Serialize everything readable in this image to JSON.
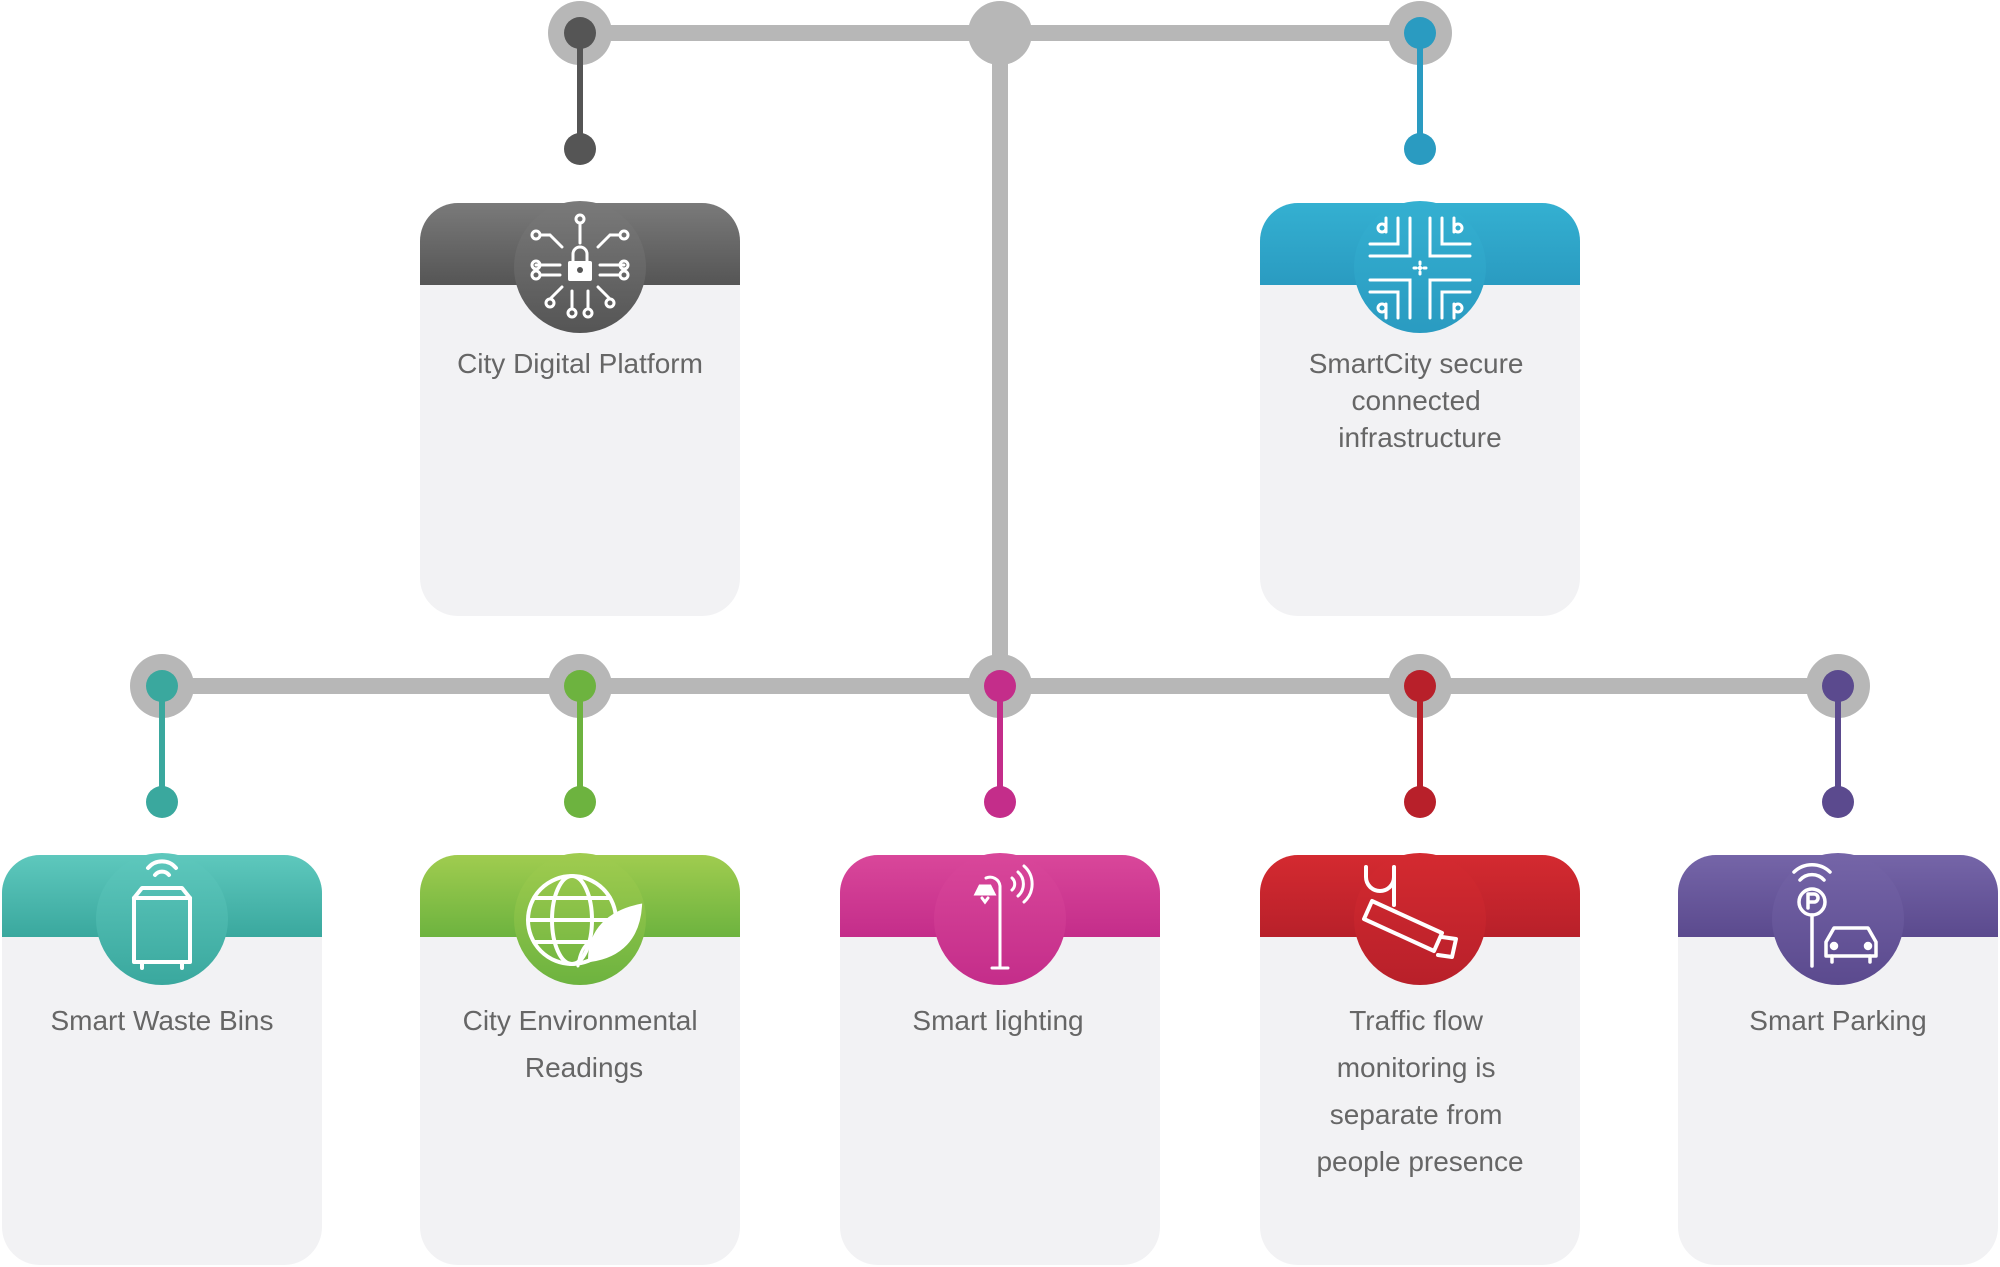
{
  "colors": {
    "connector": "#b7b7b7",
    "card_body": "#f2f2f4",
    "text": "#666666"
  },
  "cards": [
    {
      "id": "city-digital-platform",
      "title_lines": [
        "City Digital Platform"
      ],
      "color": "#555555",
      "color_light": "#7a7a7a",
      "icon": "circuit-lock-icon"
    },
    {
      "id": "smartcity-infrastructure",
      "title_lines": [
        "SmartCity secure",
        "connected",
        "infrastructure"
      ],
      "color": "#2a9bc1",
      "color_light": "#34b0d1",
      "icon": "circuit-board-icon"
    },
    {
      "id": "smart-waste-bins",
      "title_lines": [
        "Smart Waste Bins"
      ],
      "color": "#3aa89e",
      "color_light": "#5ec8bd",
      "icon": "waste-bin-icon"
    },
    {
      "id": "city-environmental-readings",
      "title_lines": [
        "City Environmental",
        "Readings"
      ],
      "color": "#6db33f",
      "color_light": "#a0cc4f",
      "icon": "globe-leaf-icon"
    },
    {
      "id": "smart-lighting",
      "title_lines": [
        "Smart lighting"
      ],
      "color": "#c42d8a",
      "color_light": "#d9479a",
      "icon": "street-lamp-icon"
    },
    {
      "id": "traffic-flow",
      "title_lines": [
        "Traffic flow",
        "monitoring is",
        "separate from",
        "people presence"
      ],
      "color": "#b8202a",
      "color_light": "#d42a30",
      "icon": "camera-icon"
    },
    {
      "id": "smart-parking",
      "title_lines": [
        "Smart Parking"
      ],
      "color": "#5b4a8e",
      "color_light": "#7565a8",
      "icon": "parking-car-icon"
    }
  ]
}
